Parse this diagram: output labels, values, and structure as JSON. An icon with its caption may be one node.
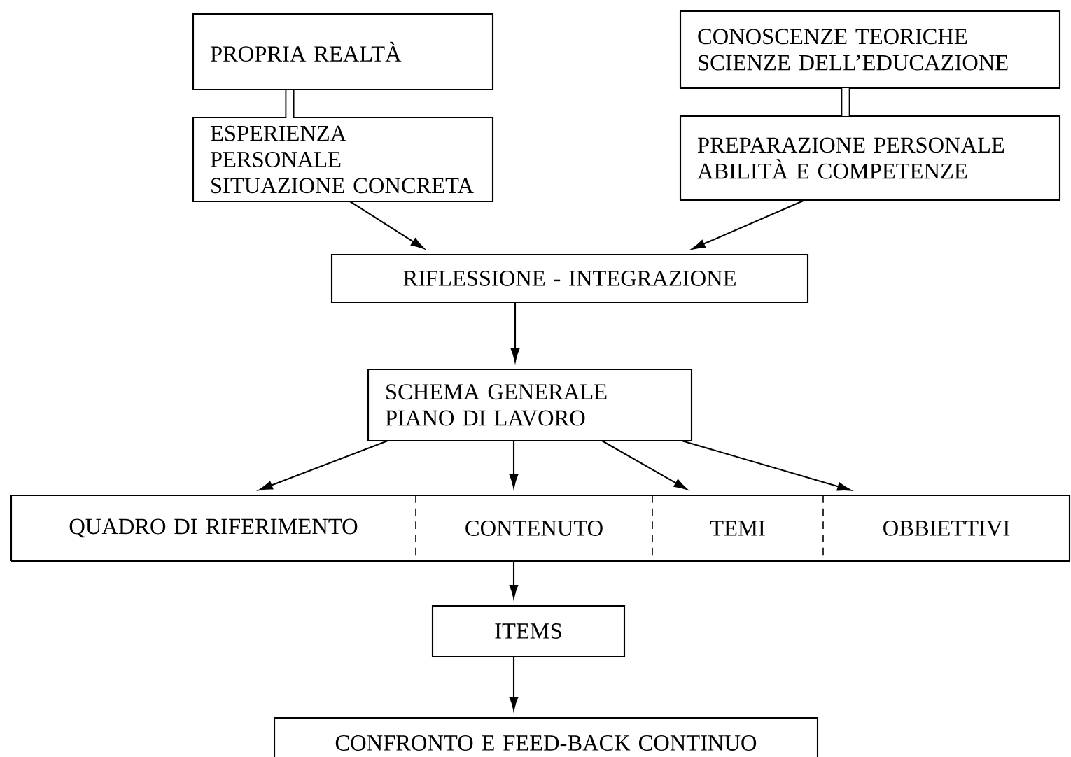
{
  "diagram": {
    "nodes": [
      {
        "text": [
          "PROPRIA REALTÀ"
        ]
      },
      {
        "text": [
          "ESPERIENZA PERSONALE SITUAZIONE CONCRETA"
        ]
      },
      {
        "text": [
          "CONOSCENZE TEORICHE SCIENZE DELL’EDUCAZIONE"
        ]
      },
      {
        "text": [
          "PREPARAZIONE PERSONALE ABILITÀ E COMPETENZE"
        ]
      },
      {
        "text": [
          "RIFLESSIONE - INTEGRAZIONE"
        ]
      },
      {
        "text": [
          "SCHEMA GENERALE PIANO DI LAVORO"
        ]
      },
      {
        "text": [
          "QUADRO DI RIFERIMENTO"
        ]
      },
      {
        "text": [
          "CONTENUTO"
        ]
      },
      {
        "text": [
          "TEMI"
        ]
      },
      {
        "text": [
          "OBBIETTIVI"
        ]
      },
      {
        "text": [
          "ITEMS"
        ]
      },
      {
        "text": [
          "CONFRONTO E FEED-BACK CONTINUO"
        ]
      }
    ],
    "edges": [
      {
        "from": 0,
        "to": 1,
        "arrow": "none",
        "style": "thick"
      },
      {
        "from": 2,
        "to": 3,
        "arrow": "none",
        "style": "thick"
      },
      {
        "from": 1,
        "to": 4,
        "arrow": "to"
      },
      {
        "from": 3,
        "to": 4,
        "arrow": "to"
      },
      {
        "from": 4,
        "to": 5,
        "arrow": "to"
      },
      {
        "from": 5,
        "to": 6,
        "arrow": "to"
      },
      {
        "from": 5,
        "to": 7,
        "arrow": "to"
      },
      {
        "from": 5,
        "to": 8,
        "arrow": "to"
      },
      {
        "from": 5,
        "to": 9,
        "arrow": "to"
      },
      {
        "from": 7,
        "to": 10,
        "arrow": "to"
      },
      {
        "from": 10,
        "to": 11,
        "arrow": "to"
      }
    ]
  }
}
